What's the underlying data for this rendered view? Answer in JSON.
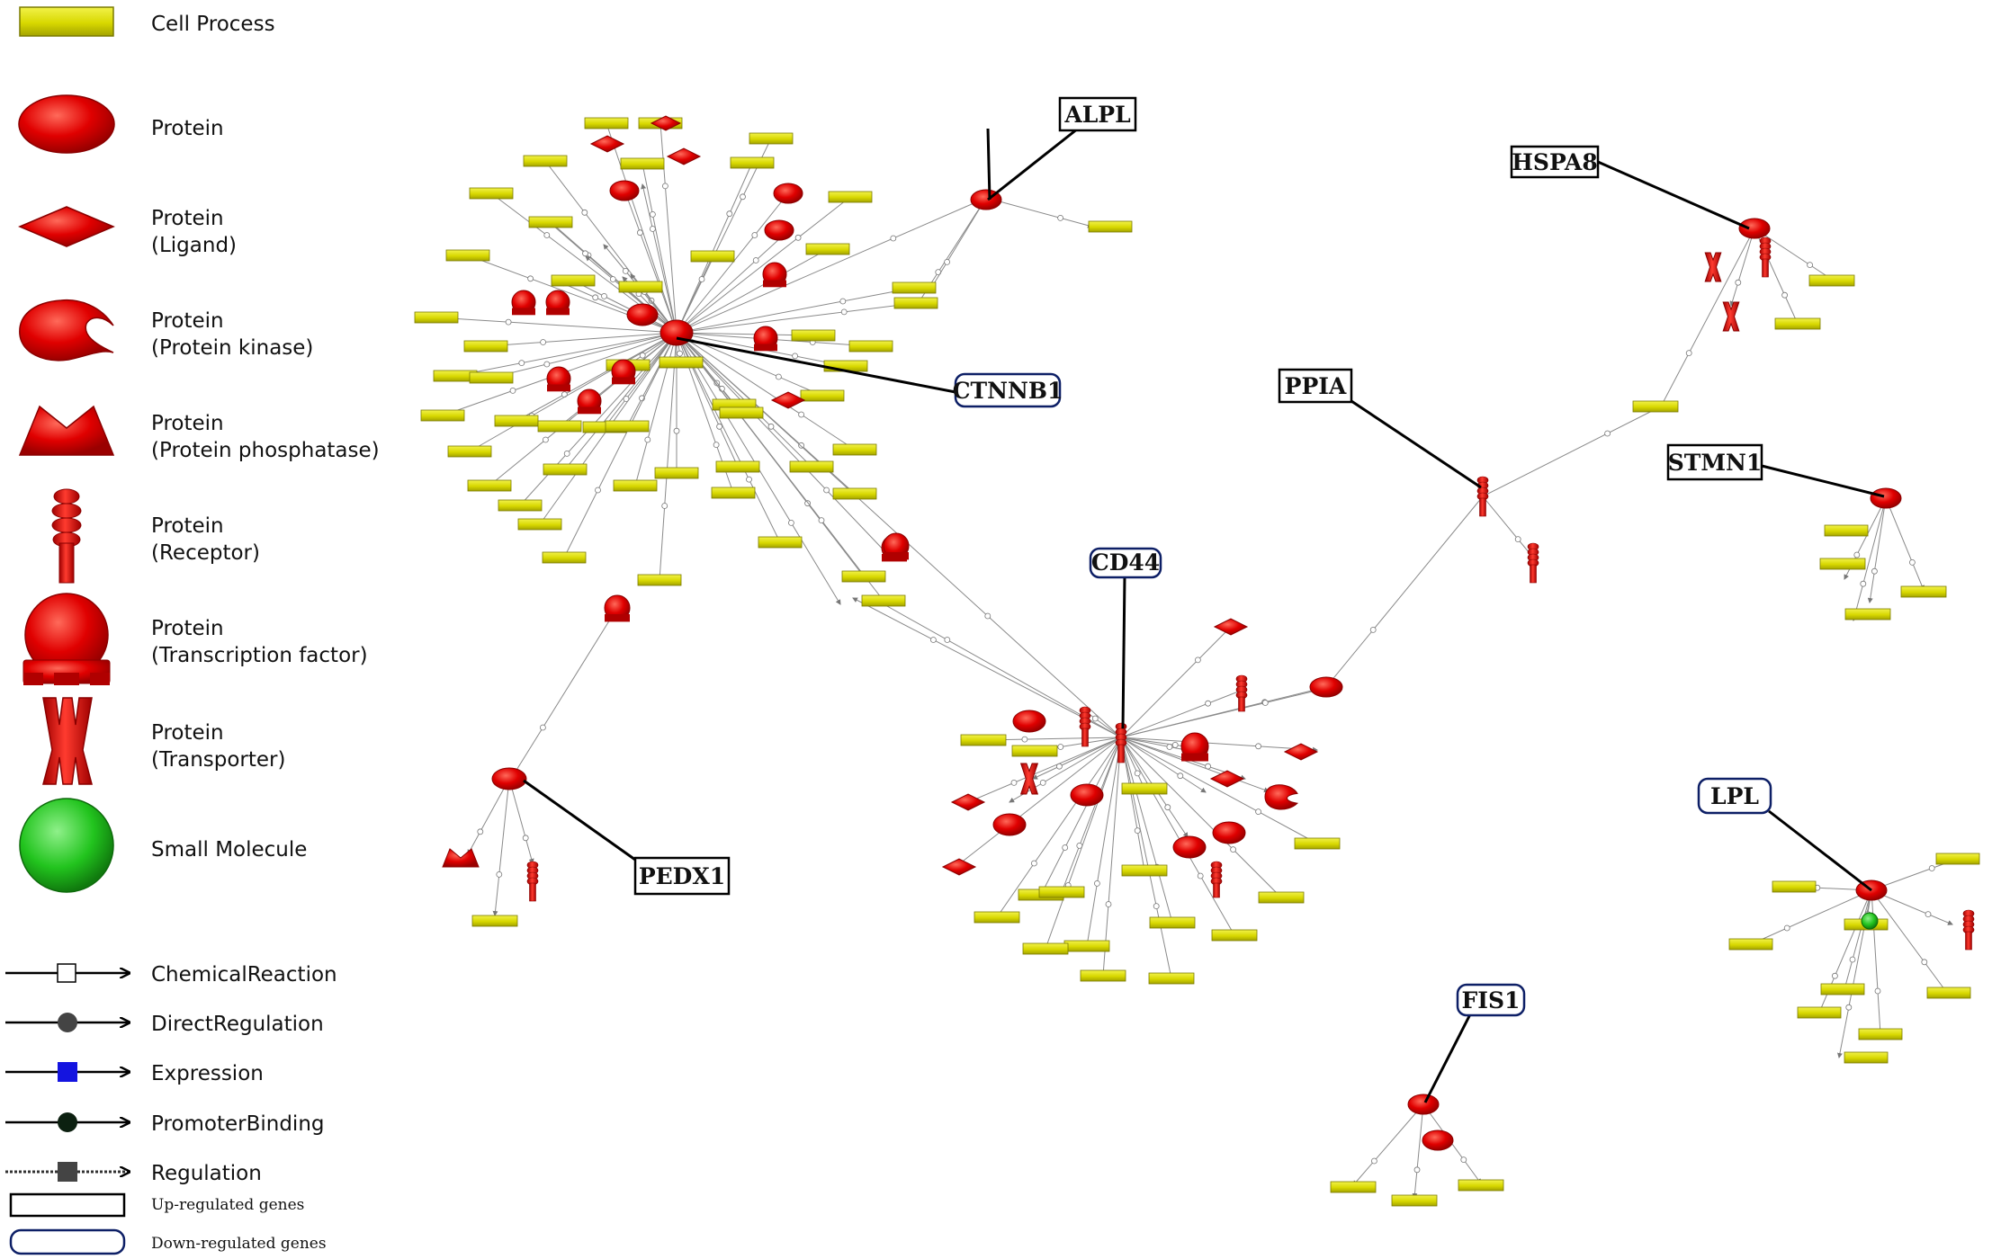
{
  "legend": {
    "node_types": [
      {
        "label": "Cell Process"
      },
      {
        "label": "Protein"
      },
      {
        "label": "Protein\n(Ligand)"
      },
      {
        "label": "Protein\n(Protein kinase)"
      },
      {
        "label": "Protein\n(Protein phosphatase)"
      },
      {
        "label": "Protein\n(Receptor)"
      },
      {
        "label": "Protein\n(Transcription factor)"
      },
      {
        "label": "Protein\n(Transporter)"
      },
      {
        "label": "Small Molecule"
      }
    ],
    "edge_types": [
      {
        "label": "ChemicalReaction"
      },
      {
        "label": "DirectRegulation"
      },
      {
        "label": "Expression"
      },
      {
        "label": "PromoterBinding"
      },
      {
        "label": "Regulation"
      }
    ],
    "gene_boxes": [
      {
        "label": "Up-regulated genes"
      },
      {
        "label": "Down-regulated genes"
      }
    ]
  },
  "genes": [
    {
      "name": "ALPL",
      "regulation": "up"
    },
    {
      "name": "CTNNB1",
      "regulation": "down"
    },
    {
      "name": "HSPA8",
      "regulation": "up"
    },
    {
      "name": "PPIA",
      "regulation": "up"
    },
    {
      "name": "STMN1",
      "regulation": "up"
    },
    {
      "name": "CD44",
      "regulation": "down"
    },
    {
      "name": "LPL",
      "regulation": "down"
    },
    {
      "name": "PEDX1",
      "regulation": "up"
    },
    {
      "name": "FIS1",
      "regulation": "down"
    }
  ],
  "colors": {
    "protein": "#e00000",
    "cell_process": "#d8d800",
    "small_molecule": "#22c41e",
    "up_border": "#000000",
    "down_border": "#0d1f66"
  }
}
